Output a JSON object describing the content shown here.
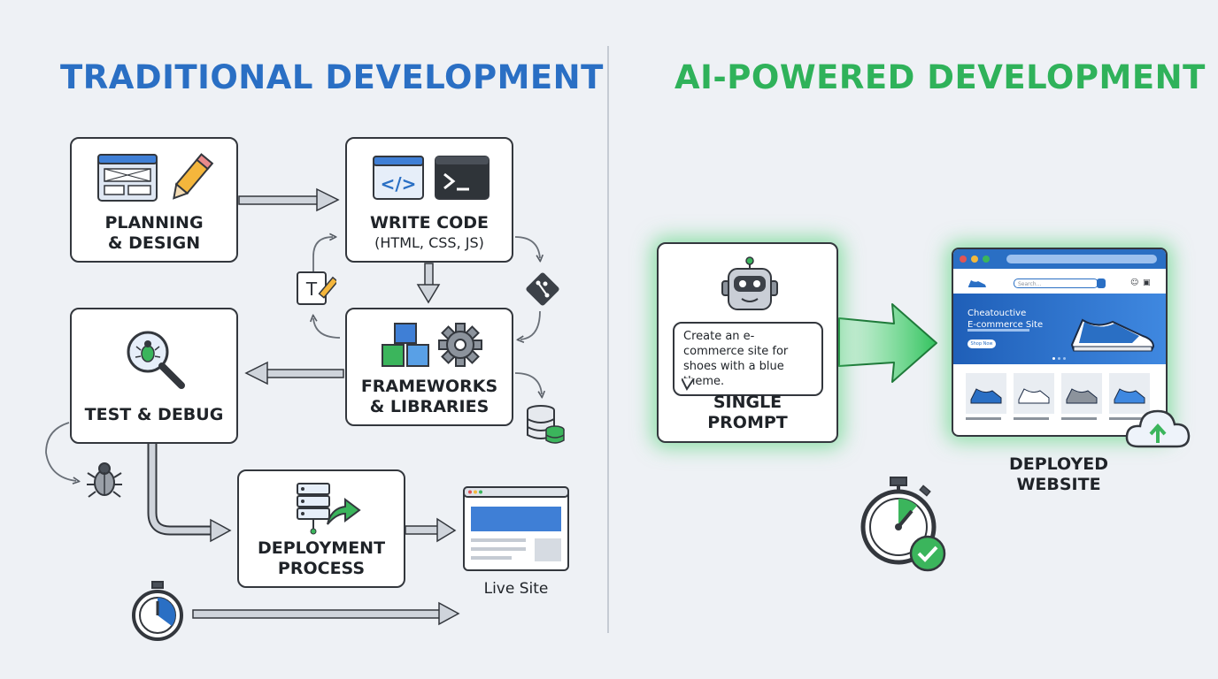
{
  "left": {
    "title": "TRADITIONAL DEVELOPMENT",
    "planning": {
      "line1": "PLANNING",
      "line2": "& DESIGN"
    },
    "write_code": {
      "line1": "WRITE CODE",
      "line2": "(HTML, CSS, JS)"
    },
    "frameworks": {
      "line1": "FRAMEWORKS",
      "line2": "& LIBRARIES"
    },
    "test": {
      "line1": "TEST & DEBUG"
    },
    "deploy": {
      "line1": "DEPLOYMENT",
      "line2": "PROCESS"
    },
    "live_site": "Live Site"
  },
  "right": {
    "title": "AI-POWERED DEVELOPMENT",
    "prompt_text": "Create an e-commerce site for shoes with a blue theme.",
    "single_prompt": {
      "line1": "SINGLE",
      "line2": "PROMPT"
    },
    "site": {
      "search_placeholder": "Search...",
      "hero_title_line1": "Cheatouctive",
      "hero_title_line2": "E-commerce Site",
      "hero_button": "Shop Now"
    },
    "deployed": {
      "line1": "DEPLOYED",
      "line2": "WEBSITE"
    }
  },
  "colors": {
    "blue": "#2a6fc4",
    "green": "#2fb25a",
    "dark": "#33373d",
    "arrow": "#c9ced6"
  },
  "icons": [
    "wireframe-icon",
    "pencil-icon",
    "code-window-icon",
    "terminal-icon",
    "text-edit-icon",
    "git-icon",
    "cubes-icon",
    "gear-icon",
    "database-icon",
    "bug-search-icon",
    "bug-icon",
    "server-upload-icon",
    "browser-icon",
    "stopwatch-icon",
    "robot-icon",
    "cloud-upload-icon",
    "check-icon"
  ]
}
